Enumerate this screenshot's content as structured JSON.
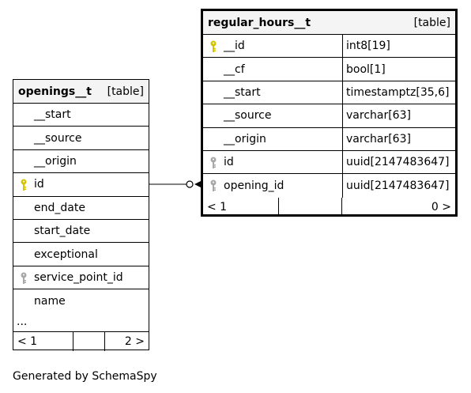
{
  "openings": {
    "name": "openings__t",
    "kind": "[table]",
    "columns": [
      {
        "name": "__start",
        "key": "none"
      },
      {
        "name": "__source",
        "key": "none"
      },
      {
        "name": "__origin",
        "key": "none"
      },
      {
        "name": "id",
        "key": "primary"
      },
      {
        "name": "end_date",
        "key": "none"
      },
      {
        "name": "start_date",
        "key": "none"
      },
      {
        "name": "exceptional",
        "key": "none"
      },
      {
        "name": "service_point_id",
        "key": "foreign"
      },
      {
        "name": "name",
        "key": "none"
      }
    ],
    "more": "...",
    "parents": "< 1",
    "children": "2 >"
  },
  "regular_hours": {
    "name": "regular_hours__t",
    "kind": "[table]",
    "columns": [
      {
        "name": "__id",
        "type": "int8[19]",
        "key": "primary"
      },
      {
        "name": "__cf",
        "type": "bool[1]",
        "key": "none"
      },
      {
        "name": "__start",
        "type": "timestamptz[35,6]",
        "key": "none"
      },
      {
        "name": "__source",
        "type": "varchar[63]",
        "key": "none"
      },
      {
        "name": "__origin",
        "type": "varchar[63]",
        "key": "none"
      },
      {
        "name": "id",
        "type": "uuid[2147483647]",
        "key": "foreign"
      },
      {
        "name": "opening_id",
        "type": "uuid[2147483647]",
        "key": "foreign"
      }
    ],
    "parents": "< 1",
    "children": "0 >"
  },
  "footer": {
    "generated_by": "Generated by SchemaSpy"
  },
  "colors": {
    "primary_key": "#d4c400",
    "foreign_key": "#a8a8a8",
    "header_bg": "#f4f4f4"
  }
}
